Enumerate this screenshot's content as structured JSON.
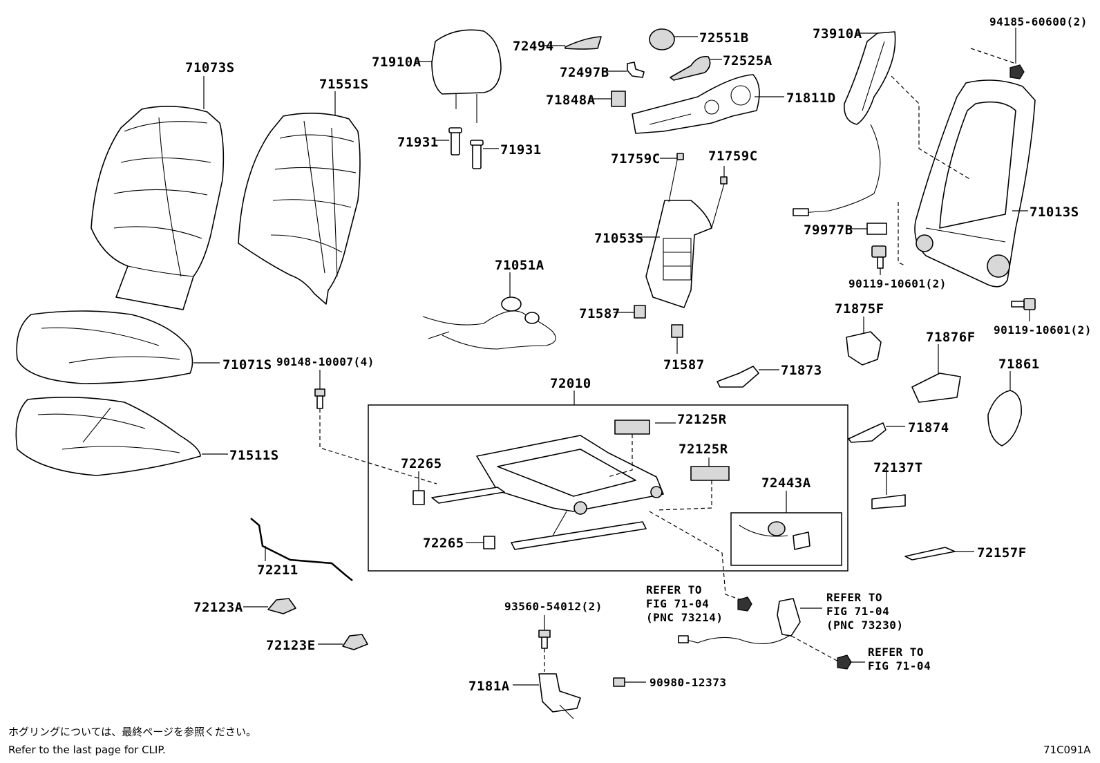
{
  "diagram": {
    "labels": {
      "p71073S": "71073S",
      "p71551S": "71551S",
      "p71910A": "71910A",
      "p72494": "72494",
      "p72551B": "72551B",
      "p72525A": "72525A",
      "p72497B": "72497B",
      "p71848A": "71848A",
      "p71811D": "71811D",
      "p73910A": "73910A",
      "p94185": "94185-60600(2)",
      "p71931a": "71931",
      "p71931b": "71931",
      "p71759Ca": "71759C",
      "p71759Cb": "71759C",
      "p71053S": "71053S",
      "p71013S": "71013S",
      "p79977B": "79977B",
      "p90119a": "90119-10601(2)",
      "p90119b": "90119-10601(2)",
      "p71051A": "71051A",
      "p71587a": "71587",
      "p71587b": "71587",
      "p71875F": "71875F",
      "p71876F": "71876F",
      "p71861": "71861",
      "p71071S": "71071S",
      "p90148": "90148-10007(4)",
      "p71873": "71873",
      "p72010": "72010",
      "p72125Ra": "72125R",
      "p72125Rb": "72125R",
      "p71874": "71874",
      "p71511S": "71511S",
      "p72265a": "72265",
      "p72265b": "72265",
      "p72443A": "72443A",
      "p72137T": "72137T",
      "p72157F": "72157F",
      "p72211": "72211",
      "p72123A": "72123A",
      "p72123E": "72123E",
      "p93560": "93560-54012(2)",
      "p7181A": "7181A",
      "p90980": "90980-12373"
    },
    "refers": {
      "r1": [
        "REFER TO",
        "FIG 71-04",
        "(PNC 73214)"
      ],
      "r2": [
        "REFER TO",
        "FIG 71-04",
        "(PNC 73230)"
      ],
      "r3": [
        "REFER TO",
        "FIG 71-04"
      ]
    },
    "footnote_jp": "ホグリングについては、最終ページを参照ください。",
    "footnote_en": "Refer to the last page for CLIP.",
    "figure_code": "71C091A"
  }
}
